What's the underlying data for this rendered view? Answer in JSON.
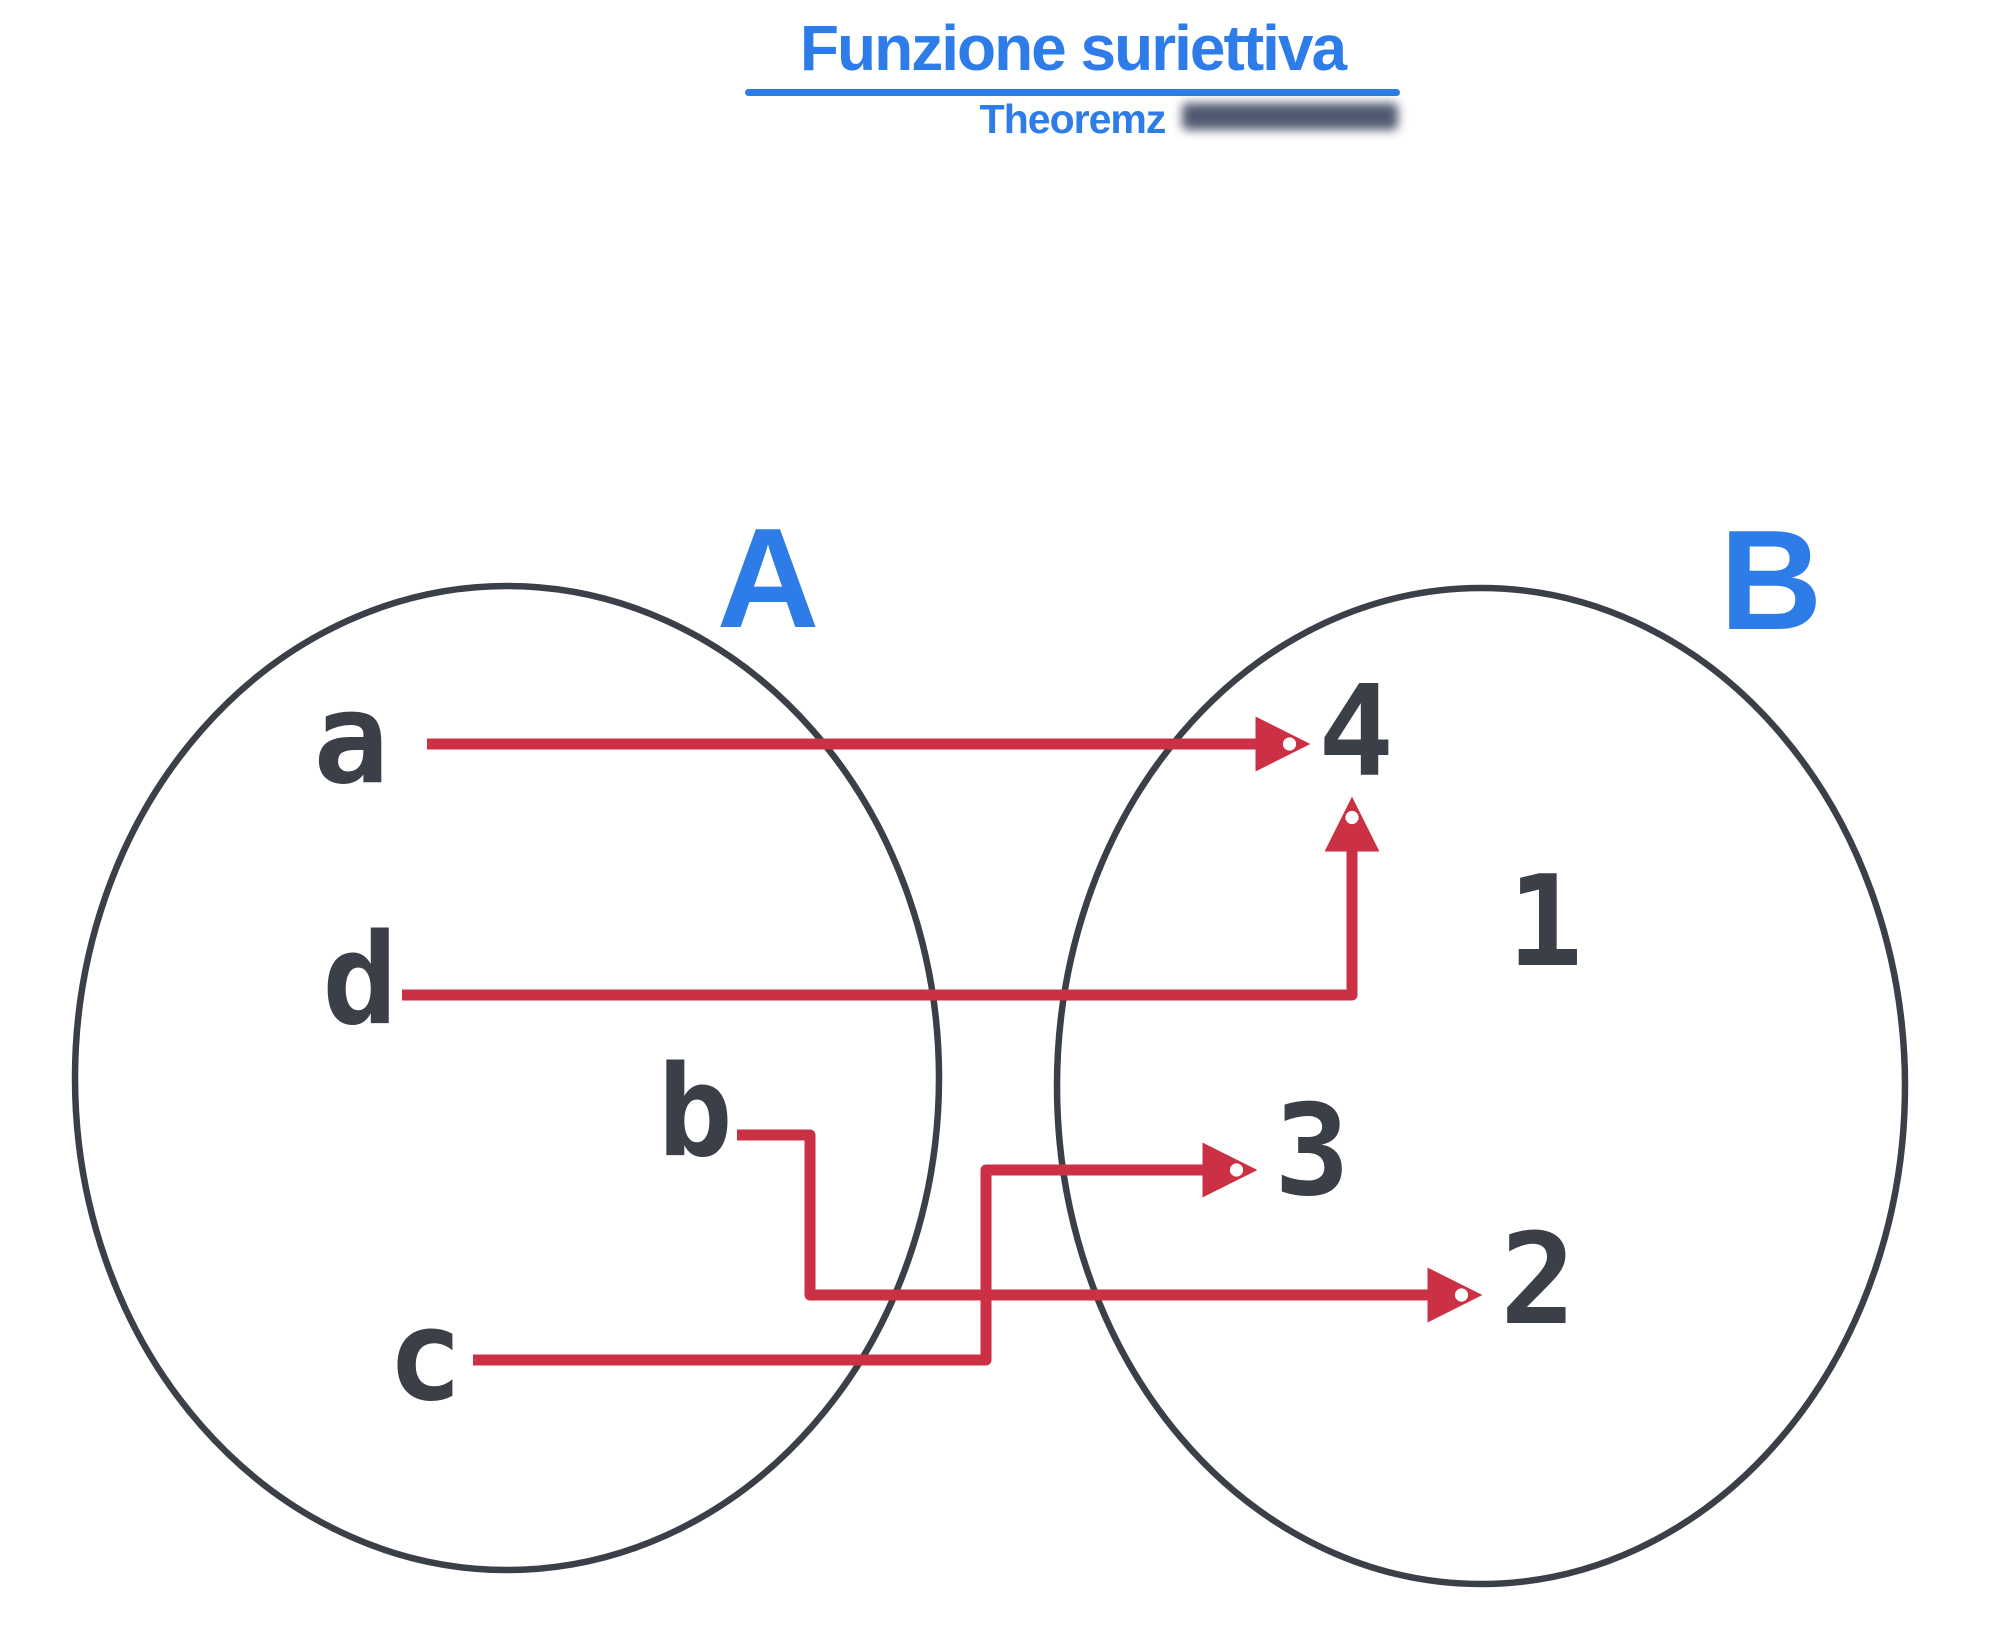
{
  "title": {
    "text": "Funzione suriettiva",
    "subtitle": "Theoremz"
  },
  "colors": {
    "title_blue": "#2d7ce8",
    "set_label_blue": "#2d7ce8",
    "element_dark": "#3b4048",
    "ellipse_stroke": "#3b4048",
    "arrow_red": "#cb3044",
    "background": "#ffffff"
  },
  "diagram": {
    "set_a": {
      "label": "A",
      "elements": [
        "a",
        "d",
        "b",
        "c"
      ]
    },
    "set_b": {
      "label": "B",
      "elements": [
        "4",
        "1",
        "3",
        "2"
      ]
    },
    "mappings": [
      {
        "from": "a",
        "to": "4"
      },
      {
        "from": "d",
        "to": "4"
      },
      {
        "from": "c",
        "to": "3"
      },
      {
        "from": "b",
        "to": "2"
      }
    ]
  }
}
